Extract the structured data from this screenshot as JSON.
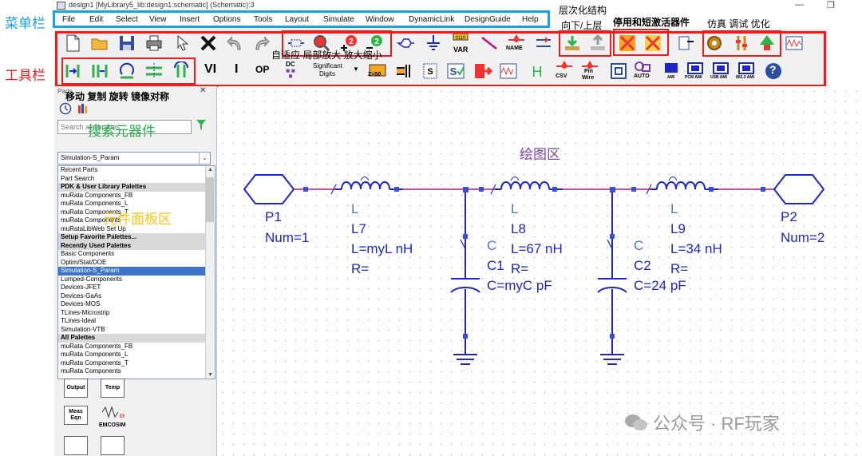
{
  "window": {
    "title": "design1 [MyLibrary5_lib:design1:schematic] (Schematic):3",
    "min_glyph": "—",
    "restore_glyph": "❐"
  },
  "menu": [
    "File",
    "Edit",
    "Select",
    "View",
    "Insert",
    "Options",
    "Tools",
    "Layout",
    "Simulate",
    "Window",
    "DynamicLink",
    "DesignGuide",
    "Help"
  ],
  "annotations": {
    "menubar": "菜单栏",
    "toolbar": "工具栏",
    "fit_zoom": "自适应 局部放大 放大缩小",
    "hierarchy_title": "层次化结构",
    "hierarchy_sub": "向下/上层",
    "deactivate": "停用和短激活器件",
    "sim": "仿真 调试 优化",
    "move": "移动 复制 旋转 镜像对称",
    "search": "搜索元器件",
    "palette": "元件面板区",
    "canvas": "绘图区"
  },
  "toolbar_labels": {
    "var": "VAR",
    "name": "NAME",
    "dc": "DC",
    "sig": "Significant",
    "digits": "Digits",
    "z50": "Z=50",
    "csv": "CSV",
    "pinwire": "Pin",
    "pinwire2": "Wire",
    "auto": "AUTO",
    "ami": "AMI",
    "pcmami": "PCM AMI",
    "usbami": "USB AMI",
    "ami8023": "802.3 AMI",
    "help": "?",
    "vi": "VI",
    "ii": "I",
    "op": "OP"
  },
  "panel": {
    "head": "Parts",
    "close": "✕",
    "search_placeholder": "Search all libraries",
    "selected_palette": "Simulation-S_Param",
    "list": [
      {
        "text": "Recent Parts",
        "kind": "normal"
      },
      {
        "text": "Part Search",
        "kind": "normal"
      },
      {
        "text": "PDK & User Library Palettes",
        "kind": "hdr"
      },
      {
        "text": "muRata Components_FB",
        "kind": "normal"
      },
      {
        "text": "muRata Components_L",
        "kind": "normal"
      },
      {
        "text": "muRata Components_T",
        "kind": "normal"
      },
      {
        "text": "muRata Components",
        "kind": "normal"
      },
      {
        "text": "muRataLibWeb Set Up",
        "kind": "normal"
      },
      {
        "text": "Setup Favorite Palettes...",
        "kind": "hdr"
      },
      {
        "text": "Recently Used Palettes",
        "kind": "hdr"
      },
      {
        "text": "Basic Components",
        "kind": "normal"
      },
      {
        "text": "Optim/Stat/DOE",
        "kind": "normal"
      },
      {
        "text": "Simulation-S_Param",
        "kind": "sel"
      },
      {
        "text": "Lumped-Components",
        "kind": "normal"
      },
      {
        "text": "Devices-JFET",
        "kind": "normal"
      },
      {
        "text": "Devices-GaAs",
        "kind": "normal"
      },
      {
        "text": "Devices-MOS",
        "kind": "normal"
      },
      {
        "text": "TLines-Microstrip",
        "kind": "normal"
      },
      {
        "text": "TLines-Ideal",
        "kind": "normal"
      },
      {
        "text": "Simulation-VTB",
        "kind": "normal"
      },
      {
        "text": "All Palettes",
        "kind": "hdr"
      },
      {
        "text": "muRata Components_FB",
        "kind": "normal"
      },
      {
        "text": "muRata Components_L",
        "kind": "normal"
      },
      {
        "text": "muRata Components_T",
        "kind": "normal"
      },
      {
        "text": "muRata Components",
        "kind": "normal"
      }
    ],
    "palette_buttons": {
      "output": "Output",
      "temp": "Temp",
      "meas": "Meas",
      "eqn": "Eqn",
      "emcosim": "EMCOSIM"
    }
  },
  "schematic": {
    "p1": {
      "name": "P1",
      "num": "Num=1"
    },
    "p2": {
      "name": "P2",
      "num": "Num=2"
    },
    "l7": {
      "type": "L",
      "ref": "L7",
      "value": "L=myL nH",
      "r": "R="
    },
    "l8": {
      "type": "L",
      "ref": "L8",
      "value": "L=67 nH",
      "r": "R="
    },
    "l9": {
      "type": "L",
      "ref": "L9",
      "value": "L=34 nH",
      "r": "R="
    },
    "c1": {
      "type": "C",
      "ref": "C1",
      "value": "C=myC pF"
    },
    "c2": {
      "type": "C",
      "ref": "C2",
      "value": "C=24 pF"
    }
  },
  "watermark": "公众号 · RF玩家",
  "colors": {
    "menu_box": "#19a3e6",
    "toolbar_box": "#ee1c1c",
    "wire": "#c0177f",
    "component": "#1f26c7",
    "annot_blue": "#19a3e6",
    "annot_red": "#ee1c1c",
    "annot_green": "#22b24c",
    "annot_yellow": "#f5c518",
    "annot_purple": "#7a3fa0"
  }
}
